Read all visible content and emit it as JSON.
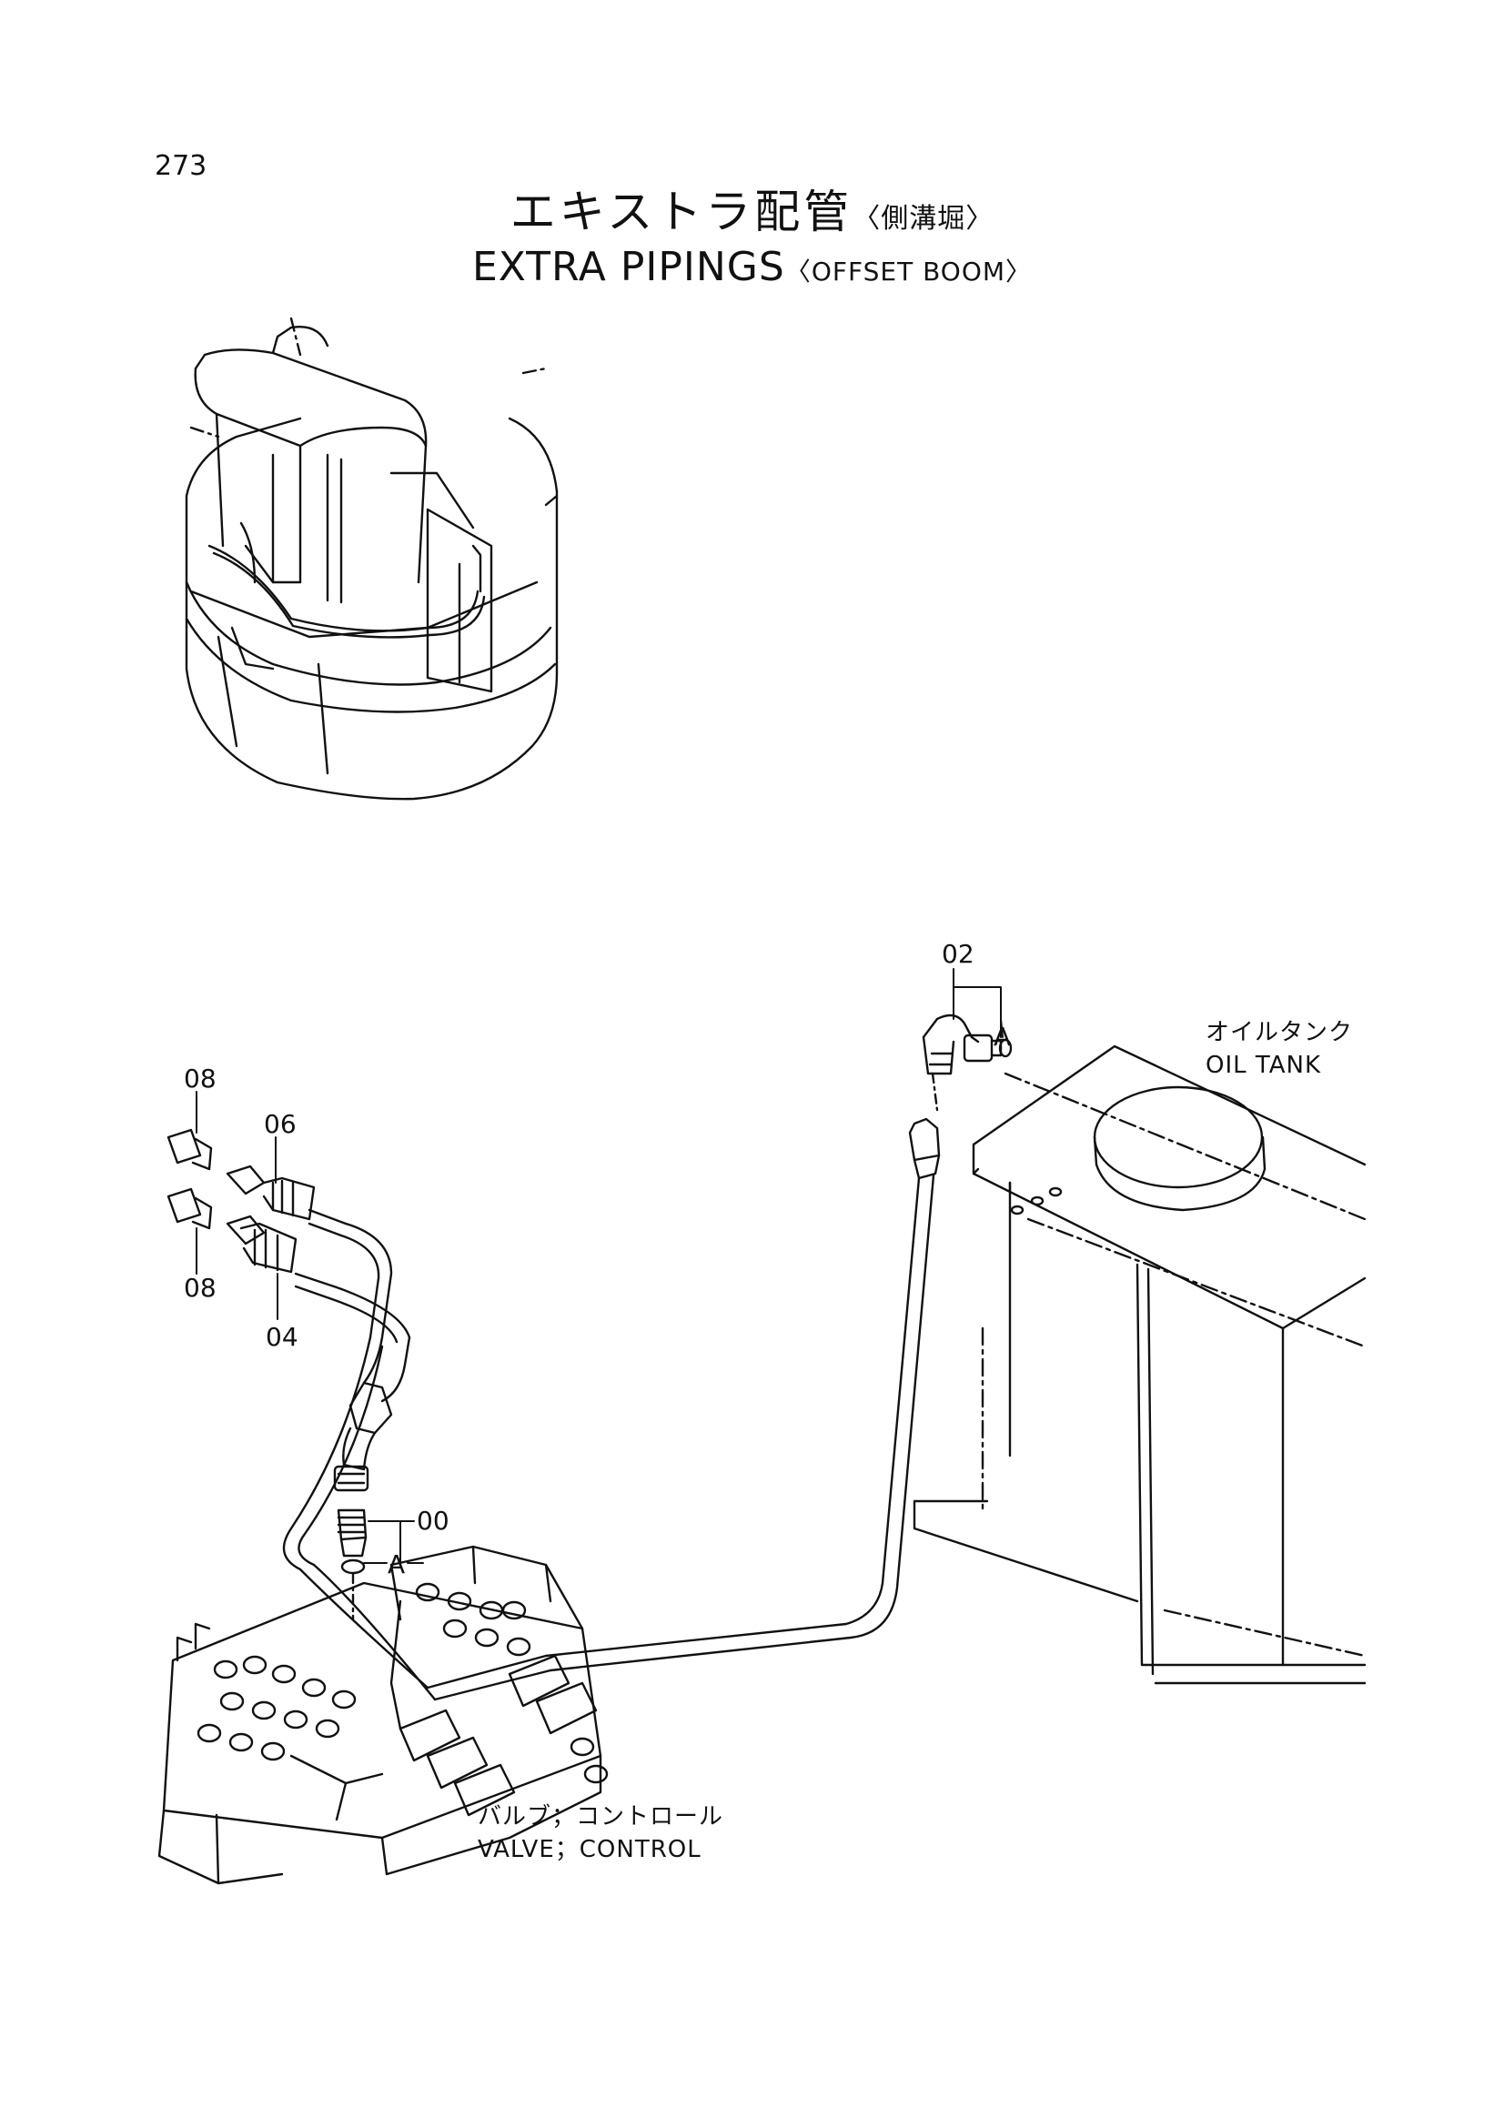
{
  "page_number": "273",
  "title": {
    "jp": "エキストラ配管",
    "jp_sub": "〈側溝堀〉",
    "en": "EXTRA PIPINGS",
    "en_sub": "〈OFFSET BOOM〉"
  },
  "callouts": {
    "c02": "02",
    "c08_top": "08",
    "c06": "06",
    "c08_bottom": "08",
    "c04": "04",
    "c00": "00",
    "a_top": "A",
    "a_valve": "A"
  },
  "labels": {
    "oil_tank_jp": "オイルタンク",
    "oil_tank_en": "OIL TANK",
    "valve_jp": "バルブ；コントロール",
    "valve_en": "VALVE；CONTROL"
  },
  "colors": {
    "ink": "#111111",
    "paper": "#ffffff"
  }
}
